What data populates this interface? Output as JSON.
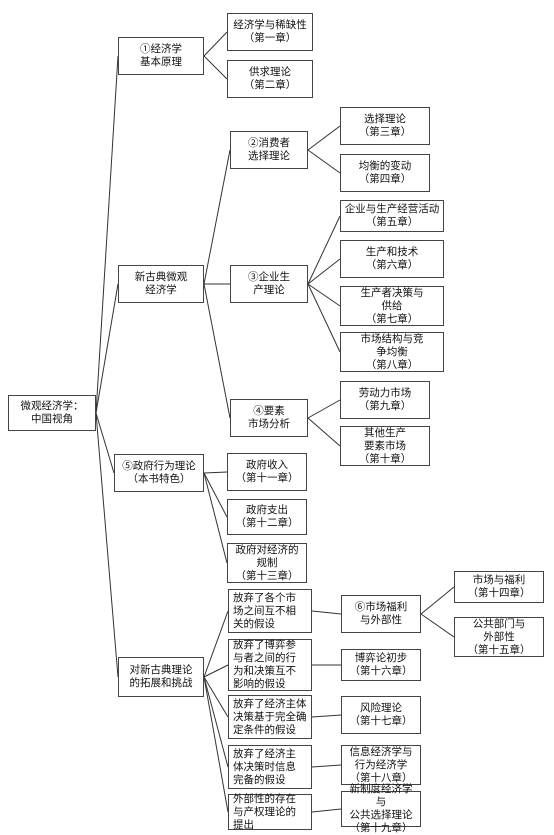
{
  "root": "微观经济学：\n中国视角",
  "branches": [
    {
      "label": "①经济学\n基本原理",
      "chapters": [
        "经济学与稀缺性\n（第一章）",
        "供求理论\n（第二章）"
      ]
    },
    {
      "label": "新古典微观\n经济学",
      "subs": [
        {
          "label": "②消费者\n选择理论",
          "chapters": [
            "选择理论\n（第三章）",
            "均衡的变动\n（第四章）"
          ]
        },
        {
          "label": "③企业生\n产理论",
          "chapters": [
            "企业与生产经营活动\n（第五章）",
            "生产和技术\n（第六章）",
            "生产者决策与\n供给\n（第七章）",
            "市场结构与竞\n争均衡\n（第八章）"
          ]
        },
        {
          "label": "④要素\n市场分析",
          "chapters": [
            "劳动力市场\n（第九章）",
            "其他生产\n要素市场\n（第十章）"
          ]
        }
      ]
    },
    {
      "label": "⑤政府行为理论\n（本书特色）",
      "chapters": [
        "政府收入\n（第十一章）",
        "政府支出\n（第十二章）",
        "政府对经济的\n规制\n（第十三章）"
      ]
    },
    {
      "label": "对新古典理论\n的拓展和挑战",
      "assumptions": [
        {
          "label": "放弃了各个市\n场之间互不相\n关的假设",
          "theory": "⑥市场福利\n与外部性",
          "chapters": [
            "市场与福利\n（第十四章）",
            "公共部门与\n外部性\n（第十五章）"
          ]
        },
        {
          "label": "放弃了博弈参\n与者之间的行\n为和决策互不\n影响的假设",
          "theory": "博弈论初步\n（第十六章）"
        },
        {
          "label": "放弃了经济主体\n决策基于完全确\n定条件的假设",
          "theory": "风险理论\n（第十七章）"
        },
        {
          "label": "放弃了经济主\n体决策时信息\n完备的假设",
          "theory": "信息经济学与\n行为经济学\n（第十八章）"
        },
        {
          "label": "外部性的存在\n与产权理论的\n提出",
          "theory": "新制度经济学与\n公共选择理论\n（第十九章）"
        }
      ]
    }
  ]
}
